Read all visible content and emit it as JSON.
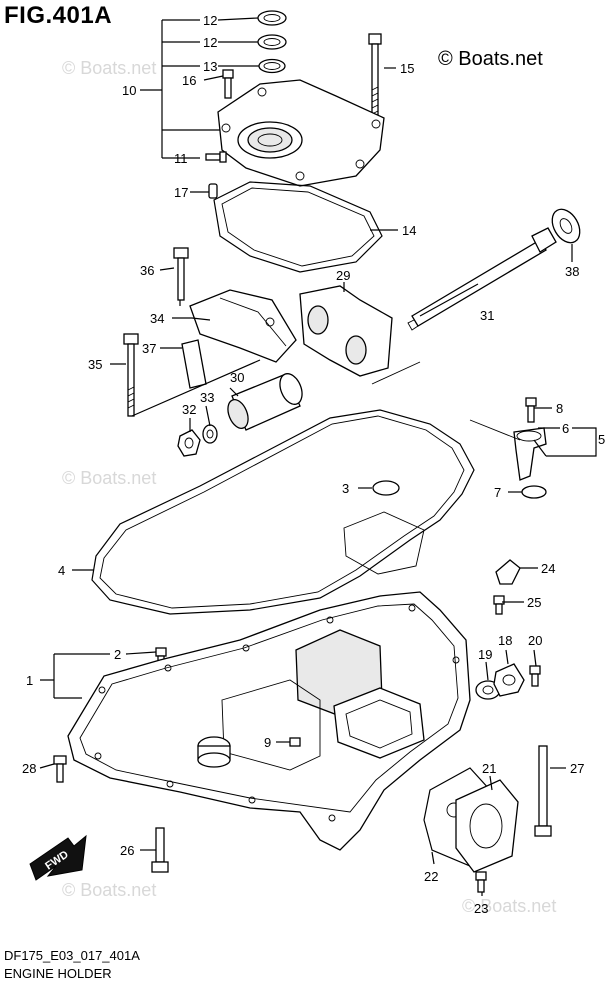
{
  "figure": {
    "title": "FIG.401A",
    "copyright": "© Boats.net",
    "watermark": "© Boats.net",
    "footer_code": "DF175_E03_017_401A",
    "footer_name": "ENGINE HOLDER",
    "fwd_label": "FWD"
  },
  "callouts": [
    {
      "id": "c12a",
      "text": "12"
    },
    {
      "id": "c12b",
      "text": "12"
    },
    {
      "id": "c13",
      "text": "13"
    },
    {
      "id": "c16",
      "text": "16"
    },
    {
      "id": "c10",
      "text": "10"
    },
    {
      "id": "c15",
      "text": "15"
    },
    {
      "id": "c11",
      "text": "11"
    },
    {
      "id": "c17",
      "text": "17"
    },
    {
      "id": "c14",
      "text": "14"
    },
    {
      "id": "c38",
      "text": "38"
    },
    {
      "id": "c36",
      "text": "36"
    },
    {
      "id": "c29",
      "text": "29"
    },
    {
      "id": "c31",
      "text": "31"
    },
    {
      "id": "c34",
      "text": "34"
    },
    {
      "id": "c37",
      "text": "37"
    },
    {
      "id": "c35",
      "text": "35"
    },
    {
      "id": "c30",
      "text": "30"
    },
    {
      "id": "c33",
      "text": "33"
    },
    {
      "id": "c32",
      "text": "32"
    },
    {
      "id": "c8",
      "text": "8"
    },
    {
      "id": "c6",
      "text": "6"
    },
    {
      "id": "c5",
      "text": "5"
    },
    {
      "id": "c3",
      "text": "3"
    },
    {
      "id": "c7",
      "text": "7"
    },
    {
      "id": "c4",
      "text": "4"
    },
    {
      "id": "c24",
      "text": "24"
    },
    {
      "id": "c25",
      "text": "25"
    },
    {
      "id": "c2",
      "text": "2"
    },
    {
      "id": "c1",
      "text": "1"
    },
    {
      "id": "c18",
      "text": "18"
    },
    {
      "id": "c20",
      "text": "20"
    },
    {
      "id": "c19",
      "text": "19"
    },
    {
      "id": "c9",
      "text": "9"
    },
    {
      "id": "c27",
      "text": "27"
    },
    {
      "id": "c28",
      "text": "28"
    },
    {
      "id": "c21",
      "text": "21"
    },
    {
      "id": "c26",
      "text": "26"
    },
    {
      "id": "c22",
      "text": "22"
    },
    {
      "id": "c23",
      "text": "23"
    }
  ]
}
